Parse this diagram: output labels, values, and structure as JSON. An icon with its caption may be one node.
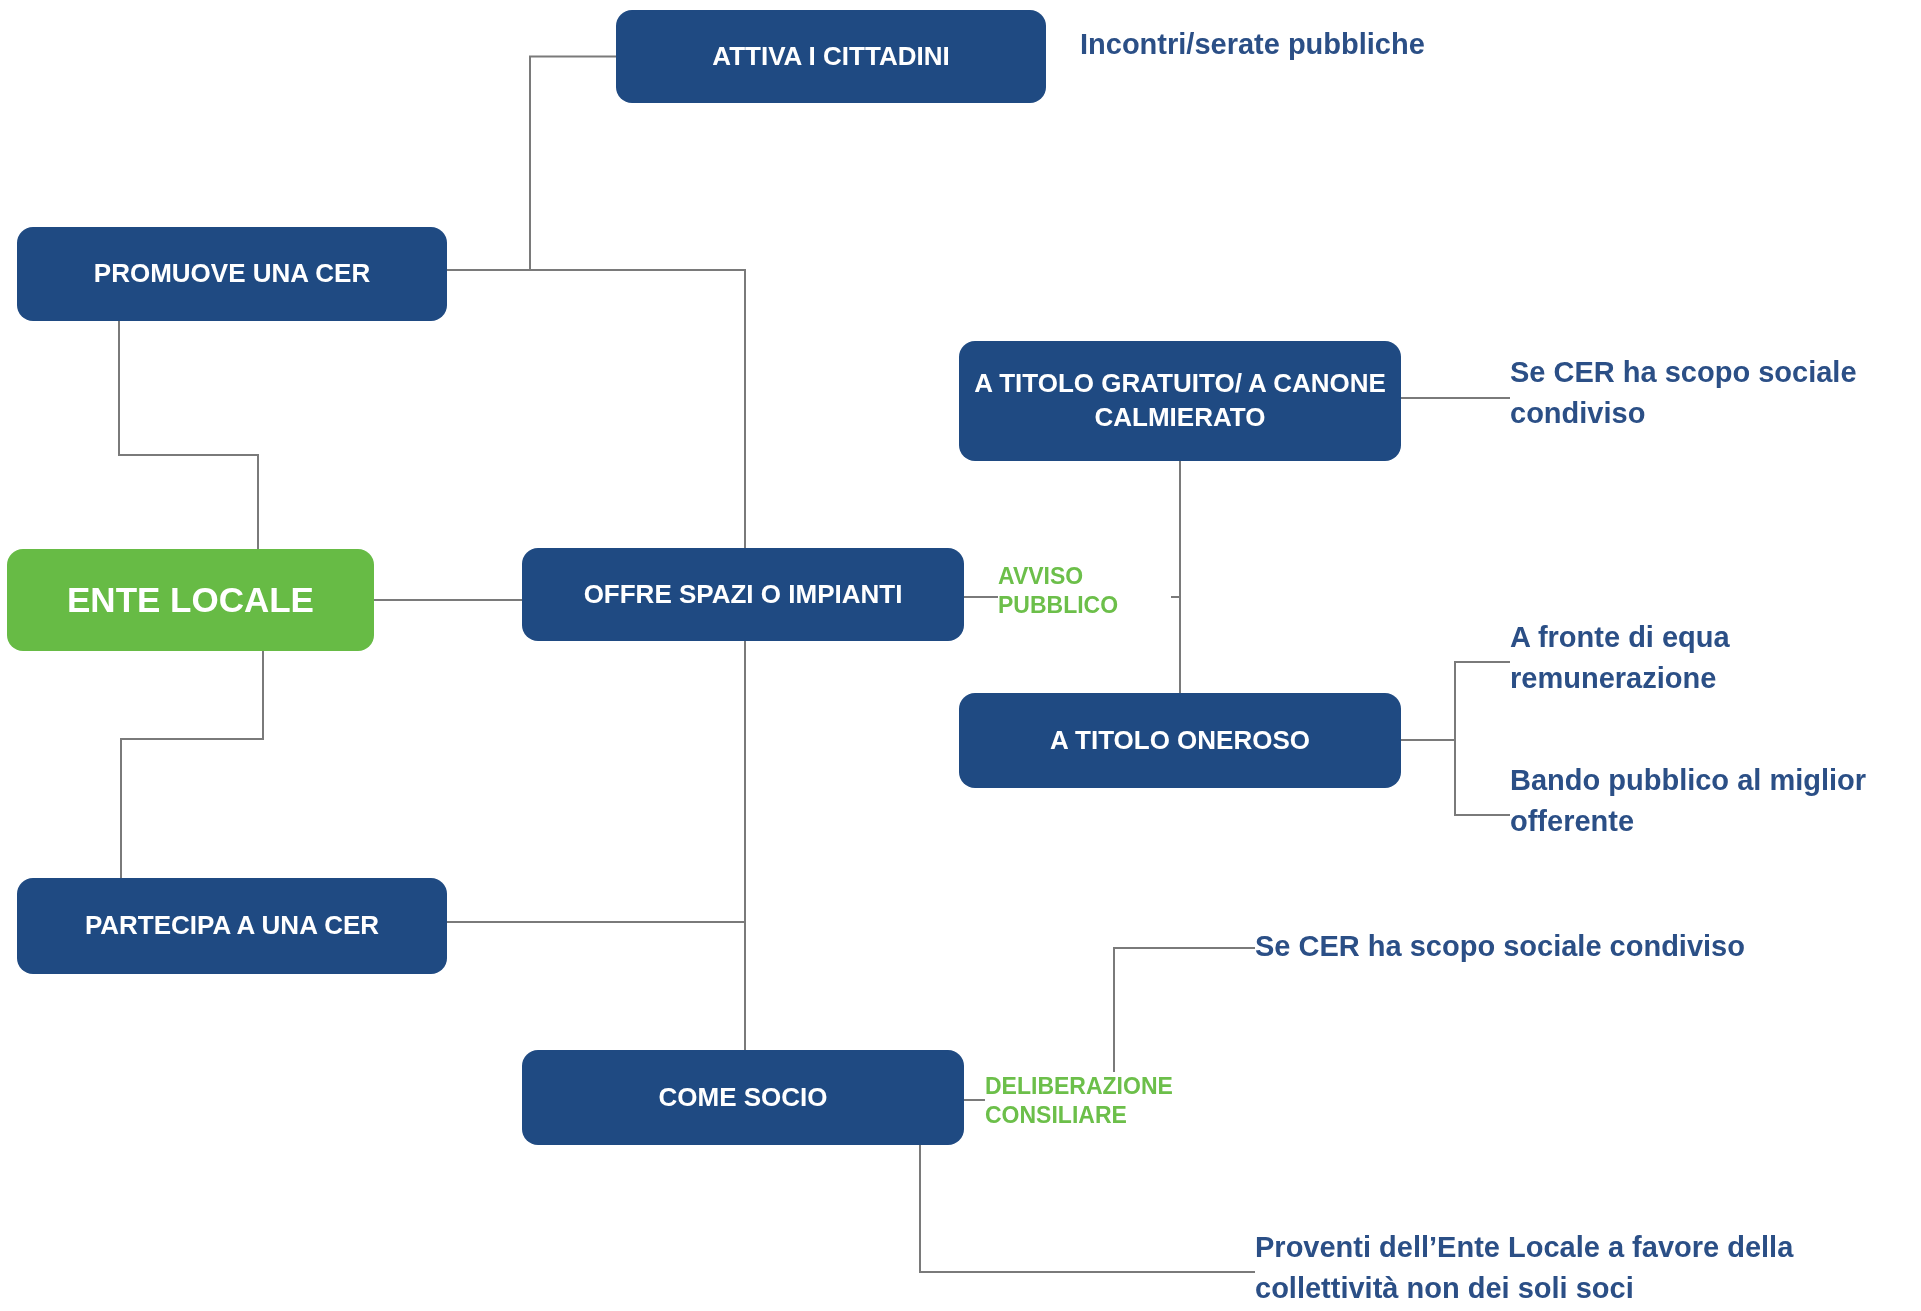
{
  "diagram": {
    "nodes": [
      {
        "text": [
          "ATTIVA I CITTADINI"
        ],
        "beside": [
          "Incontri/serate pubbliche"
        ]
      },
      {
        "text": [
          "PROMUOVE UNA CER"
        ]
      },
      {
        "text": [
          "A TITOLO GRATUITO/ A CANONE CALMIERATO"
        ]
      },
      {
        "text": [
          "Se CER ha scopo sociale condiviso"
        ]
      },
      {
        "text": [
          "ENTE LOCALE"
        ]
      },
      {
        "text": [
          "OFFRE SPAZI O IMPIANTI"
        ]
      },
      {
        "text": [
          "A fronte di equa remunerazione"
        ]
      },
      {
        "text": [
          "A TITOLO ONEROSO"
        ]
      },
      {
        "text": [
          "Bando pubblico al miglior offerente"
        ]
      },
      {
        "text": [
          "PARTECIPA A UNA CER"
        ]
      },
      {
        "text": [
          "Se CER ha scopo sociale condiviso"
        ]
      },
      {
        "text": [
          "COME SOCIO"
        ]
      },
      {
        "text": [
          "Proventi dell’Ente Locale a favore della collettività non dei soli soci"
        ]
      }
    ],
    "edges": [
      {
        "from": 1,
        "to": 0,
        "arrow": "none"
      },
      {
        "from": 1,
        "to": 5,
        "arrow": "none"
      },
      {
        "from": 4,
        "to": 1,
        "arrow": "none"
      },
      {
        "from": 4,
        "to": 5,
        "arrow": "none"
      },
      {
        "from": 4,
        "to": 9,
        "arrow": "none"
      },
      {
        "from": 5,
        "to": 11,
        "arrow": "none"
      },
      {
        "from": 9,
        "to": 11,
        "arrow": "none"
      },
      {
        "from": 5,
        "to": 2,
        "arrow": "none",
        "label": "AVVISO PUBBLICO"
      },
      {
        "from": 5,
        "to": 7,
        "arrow": "none"
      },
      {
        "from": 2,
        "to": 3,
        "arrow": "none"
      },
      {
        "from": 7,
        "to": 6,
        "arrow": "none"
      },
      {
        "from": 7,
        "to": 8,
        "arrow": "none"
      },
      {
        "from": 11,
        "to": 10,
        "arrow": "none",
        "label": "DELIBERAZIONE CONSILIARE"
      },
      {
        "from": 11,
        "to": 12,
        "arrow": "none"
      }
    ]
  }
}
